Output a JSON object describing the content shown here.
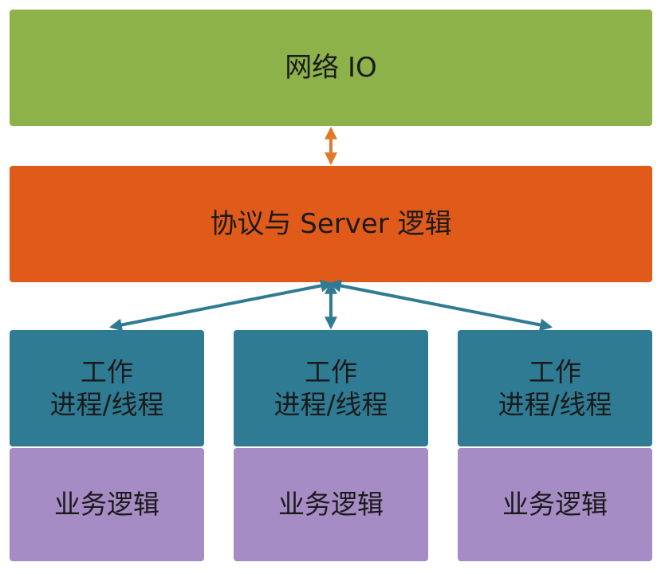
{
  "network_layer": {
    "label": "网络 IO",
    "color": "#8db24a"
  },
  "protocol_layer": {
    "label": "协议与 Server 逻辑",
    "color": "#e05a1a"
  },
  "workers": [
    {
      "line1": "工作",
      "line2": "进程/线程",
      "business": "业务逻辑"
    },
    {
      "line1": "工作",
      "line2": "进程/线程",
      "business": "业务逻辑"
    },
    {
      "line1": "工作",
      "line2": "进程/线程",
      "business": "业务逻辑"
    }
  ],
  "colors": {
    "worker": "#2f7b93",
    "business": "#a58cc4",
    "arrow_orange": "#e07a2a",
    "arrow_teal": "#2f7b93"
  }
}
